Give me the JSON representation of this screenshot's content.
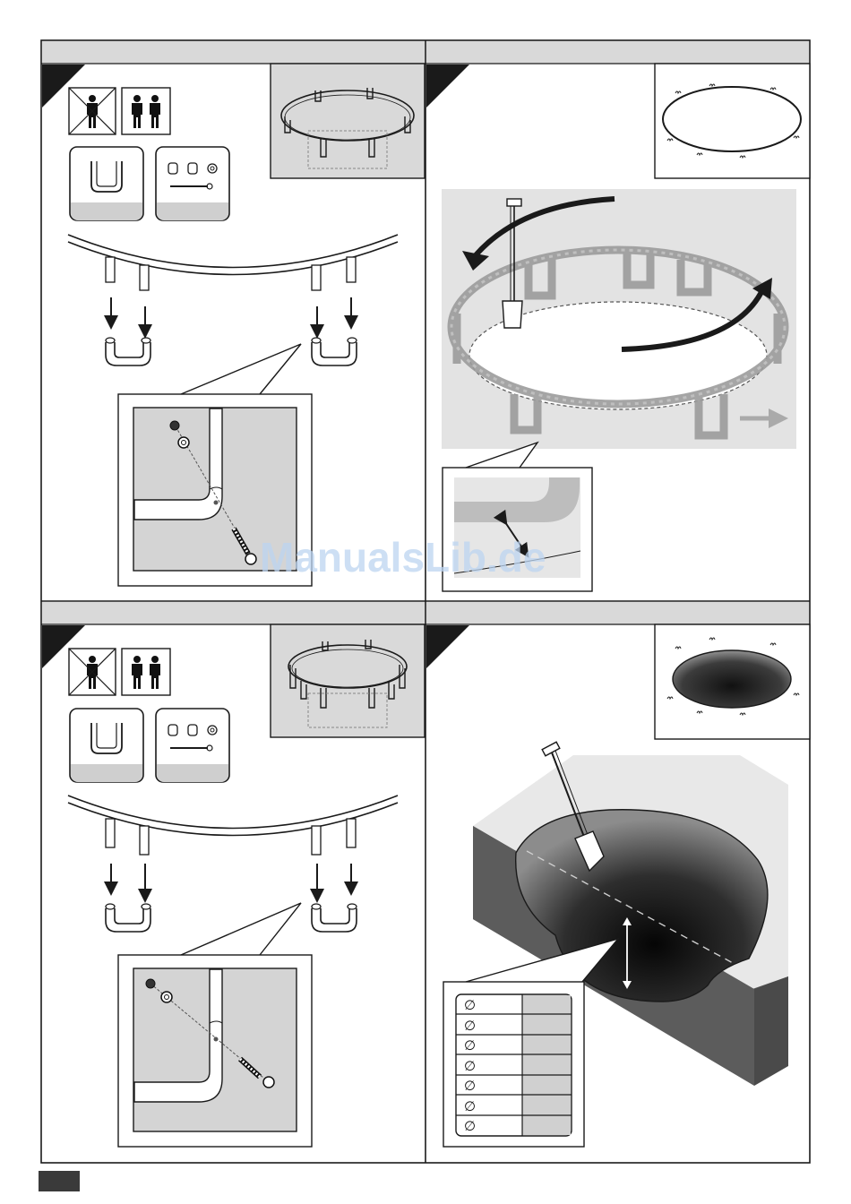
{
  "watermark": {
    "text": "ManualsLib.de"
  },
  "diameter_symbol": "∅",
  "panels": [
    {
      "id": "panel-1",
      "icons": [
        "no-single-person-icon",
        "two-persons-icon",
        "u-leg-part-icon",
        "screw-hardware-icon",
        "frame-top-view-icon"
      ]
    },
    {
      "id": "panel-2",
      "icons": [
        "frame-marking-top-view-icon",
        "shovel-icon",
        "rotate-arrow-icon"
      ]
    },
    {
      "id": "panel-3",
      "icons": [
        "no-single-person-icon",
        "two-persons-icon",
        "u-leg-part-icon",
        "screw-hardware-icon",
        "frame-top-view-icon"
      ]
    },
    {
      "id": "panel-4",
      "icons": [
        "pit-top-view-icon",
        "shovel-icon",
        "depth-arrow-icon"
      ]
    }
  ],
  "depth_table": {
    "rows": 7
  },
  "colors": {
    "header": "#d9d9d9",
    "detail_grey": "#d4d4d4",
    "line": "#1a1a1a",
    "footer_tab": "#3a3a3a"
  }
}
